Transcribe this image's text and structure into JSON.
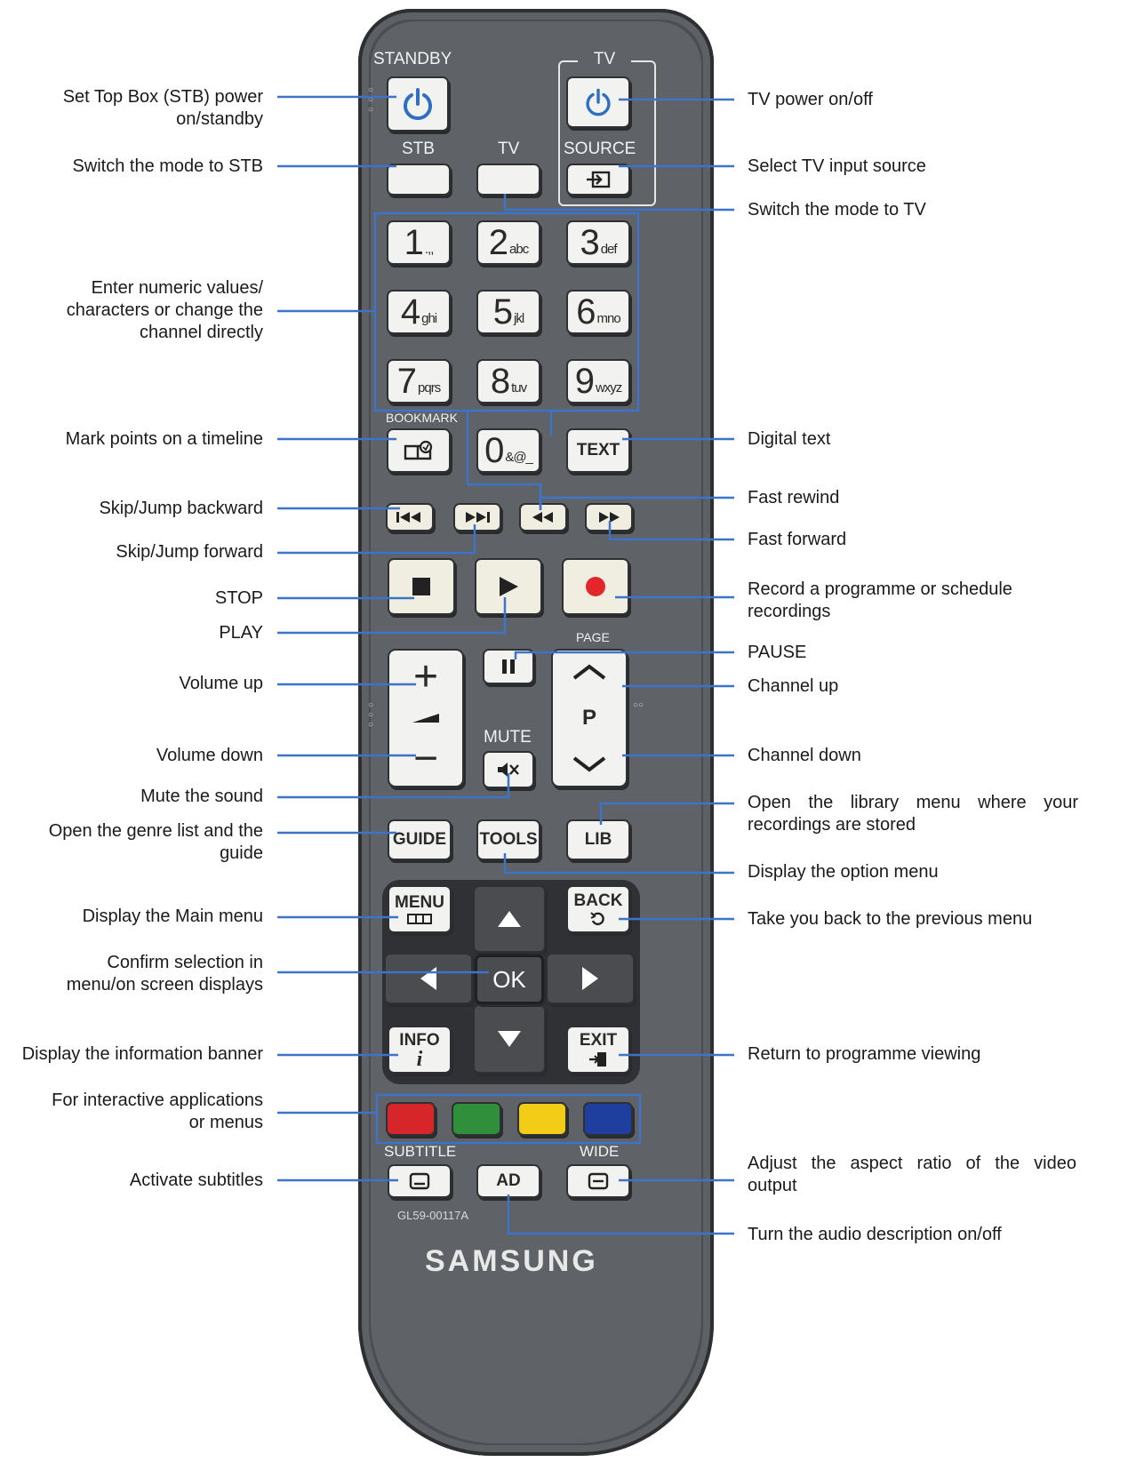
{
  "remote": {
    "labels": {
      "standby": "STANDBY",
      "tv_group": "TV",
      "stb": "STB",
      "tv": "TV",
      "source": "SOURCE",
      "bookmark": "BOOKMARK",
      "page": "PAGE",
      "mute": "MUTE",
      "subtitle": "SUBTITLE",
      "wide": "WIDE",
      "model": "GL59-00117A",
      "brand": "SAMSUNG"
    },
    "keys": {
      "digits": [
        {
          "digit": "1",
          "letters": ".,,"
        },
        {
          "digit": "2",
          "letters": "abc"
        },
        {
          "digit": "3",
          "letters": "def"
        },
        {
          "digit": "4",
          "letters": "ghi"
        },
        {
          "digit": "5",
          "letters": "jkl"
        },
        {
          "digit": "6",
          "letters": "mno"
        },
        {
          "digit": "7",
          "letters": "pqrs"
        },
        {
          "digit": "8",
          "letters": "tuv"
        },
        {
          "digit": "9",
          "letters": "wxyz"
        },
        {
          "digit": "0",
          "letters": "&@_"
        }
      ],
      "text": "TEXT",
      "guide": "GUIDE",
      "tools": "TOOLS",
      "lib": "LIB",
      "menu": "MENU",
      "back": "BACK",
      "ok": "OK",
      "info": "INFO",
      "info_i": "i",
      "exit": "EXIT",
      "ad": "AD",
      "p": "P",
      "vol_plus": "+",
      "vol_minus": "−"
    },
    "colors": {
      "body": "#4b4d50",
      "face": "#5f6266",
      "key": "#f2f2f0",
      "record": "#e3262a",
      "red": "#d7262a",
      "green": "#2f8f3a",
      "yellow": "#f2cc17",
      "blue": "#1f3f9e",
      "leader": "#3d74c9"
    }
  },
  "annotations": {
    "left": {
      "stb_power": [
        "Set Top Box (STB) power",
        "on/standby"
      ],
      "stb_mode": [
        "Switch the mode to STB"
      ],
      "numeric": [
        "Enter numeric values/",
        "characters or change the",
        "channel directly"
      ],
      "bookmark": [
        "Mark points on a timeline"
      ],
      "skip_back": [
        "Skip/Jump backward"
      ],
      "skip_fwd": [
        "Skip/Jump forward"
      ],
      "stop": [
        "STOP"
      ],
      "play": [
        "PLAY"
      ],
      "vol_up": [
        "Volume up"
      ],
      "vol_down": [
        "Volume down"
      ],
      "mute": [
        "Mute the sound"
      ],
      "guide": [
        "Open the genre list and the",
        "guide"
      ],
      "menu": [
        "Display the Main menu"
      ],
      "ok": [
        "Confirm selection in",
        "menu/on screen displays"
      ],
      "info": [
        "Display the information banner"
      ],
      "color": [
        "For interactive applications",
        "or menus"
      ],
      "subtitle": [
        "Activate subtitles"
      ]
    },
    "right": {
      "tv_power": [
        "TV power on/off"
      ],
      "source": [
        "Select TV input source"
      ],
      "tv_mode": [
        "Switch the mode to TV"
      ],
      "text": [
        "Digital text"
      ],
      "rewind": [
        "Fast rewind"
      ],
      "forward": [
        "Fast forward"
      ],
      "record": [
        "Record a programme or schedule",
        "recordings"
      ],
      "pause": [
        "PAUSE"
      ],
      "ch_up": [
        "Channel up"
      ],
      "ch_down": [
        "Channel down"
      ],
      "lib": [
        "Open the library menu where your",
        "recordings are stored"
      ],
      "tools": [
        "Display the option menu"
      ],
      "back": [
        "Take you back to the previous menu"
      ],
      "exit": [
        "Return to programme viewing"
      ],
      "wide": [
        "Adjust the aspect ratio of the video",
        "output"
      ],
      "ad": [
        "Turn the audio description on/off"
      ]
    }
  }
}
